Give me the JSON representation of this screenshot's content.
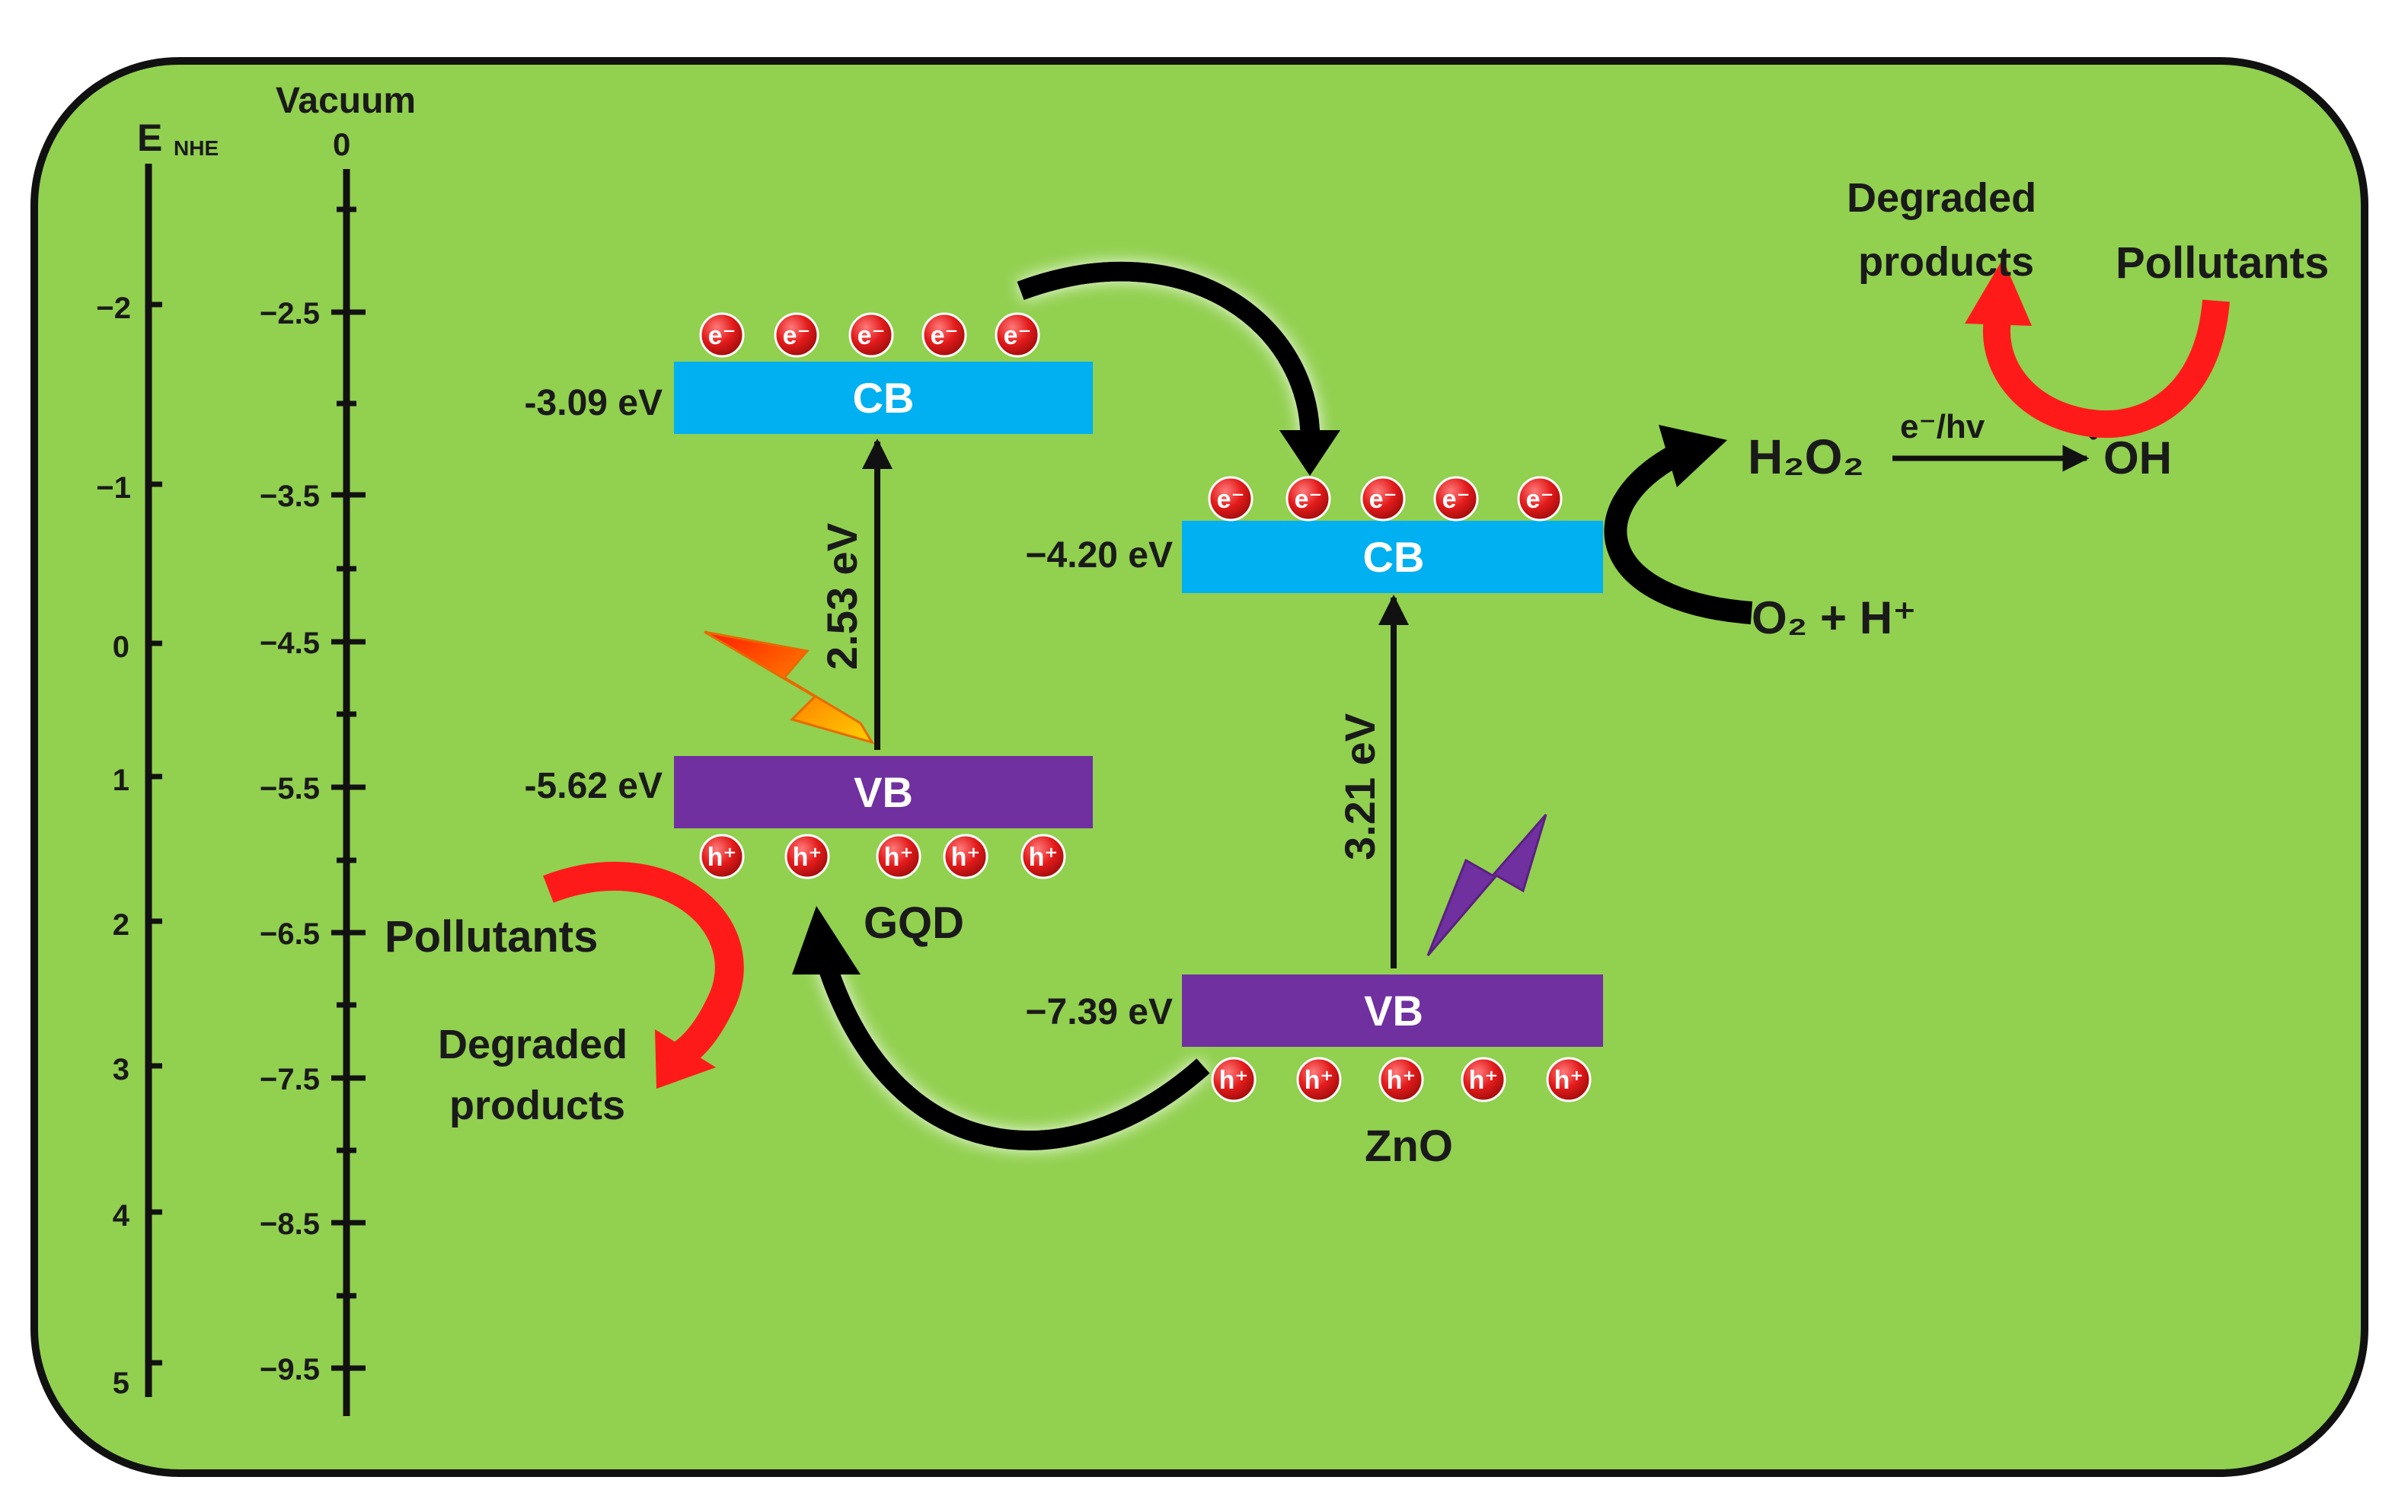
{
  "colors": {
    "background": "#92d050",
    "frame": "#111111",
    "conduction_band": "#00b0f0",
    "valence_band": "#7030a0",
    "charge": "#e31b1b",
    "pollutant_arrow": "#ff1a1a",
    "transfer_arrow": "#000000",
    "gqd_lightning": "#ff6a00",
    "zno_lightning": "#7030a0"
  },
  "axes": {
    "nhe": {
      "title": "E",
      "subscript": "NHE",
      "ticks": [
        "−2",
        "−1",
        "0",
        "1",
        "2",
        "3",
        "4",
        "5"
      ]
    },
    "vacuum": {
      "title": "Vacuum",
      "top_label": "0",
      "ticks": [
        "−2.5",
        "−3.5",
        "−4.5",
        "−5.5",
        "−6.5",
        "−7.5",
        "−8.5",
        "−9.5"
      ]
    }
  },
  "gqd": {
    "name": "GQD",
    "cb_label": "CB",
    "vb_label": "VB",
    "cb_energy": "-3.09 eV",
    "vb_energy": "-5.62 eV",
    "band_gap": "2.53 eV",
    "electrons": [
      "e⁻",
      "e⁻",
      "e⁻",
      "e⁻",
      "e⁻"
    ],
    "holes": [
      "h⁺",
      "h⁺",
      "h⁺",
      "h⁺",
      "h⁺"
    ],
    "pollutants": "Pollutants",
    "degraded_line1": "Degraded",
    "degraded_line2": "products"
  },
  "zno": {
    "name": "ZnO",
    "cb_label": "CB",
    "vb_label": "VB",
    "cb_energy": "−4.20 eV",
    "vb_energy": "−7.39 eV",
    "band_gap": "3.21 eV",
    "electrons": [
      "e⁻",
      "e⁻",
      "e⁻",
      "e⁻",
      "e⁻"
    ],
    "holes": [
      "h⁺",
      "h⁺",
      "h⁺",
      "h⁺",
      "h⁺"
    ]
  },
  "reactions": {
    "h2o2": "H₂O₂",
    "conversion": "e⁻/hv",
    "radical_dot": "•",
    "radical": "OH",
    "reactants": "O₂ + H⁺",
    "degraded_line1": "Degraded",
    "degraded_line2": "products",
    "pollutants": "Pollutants"
  }
}
